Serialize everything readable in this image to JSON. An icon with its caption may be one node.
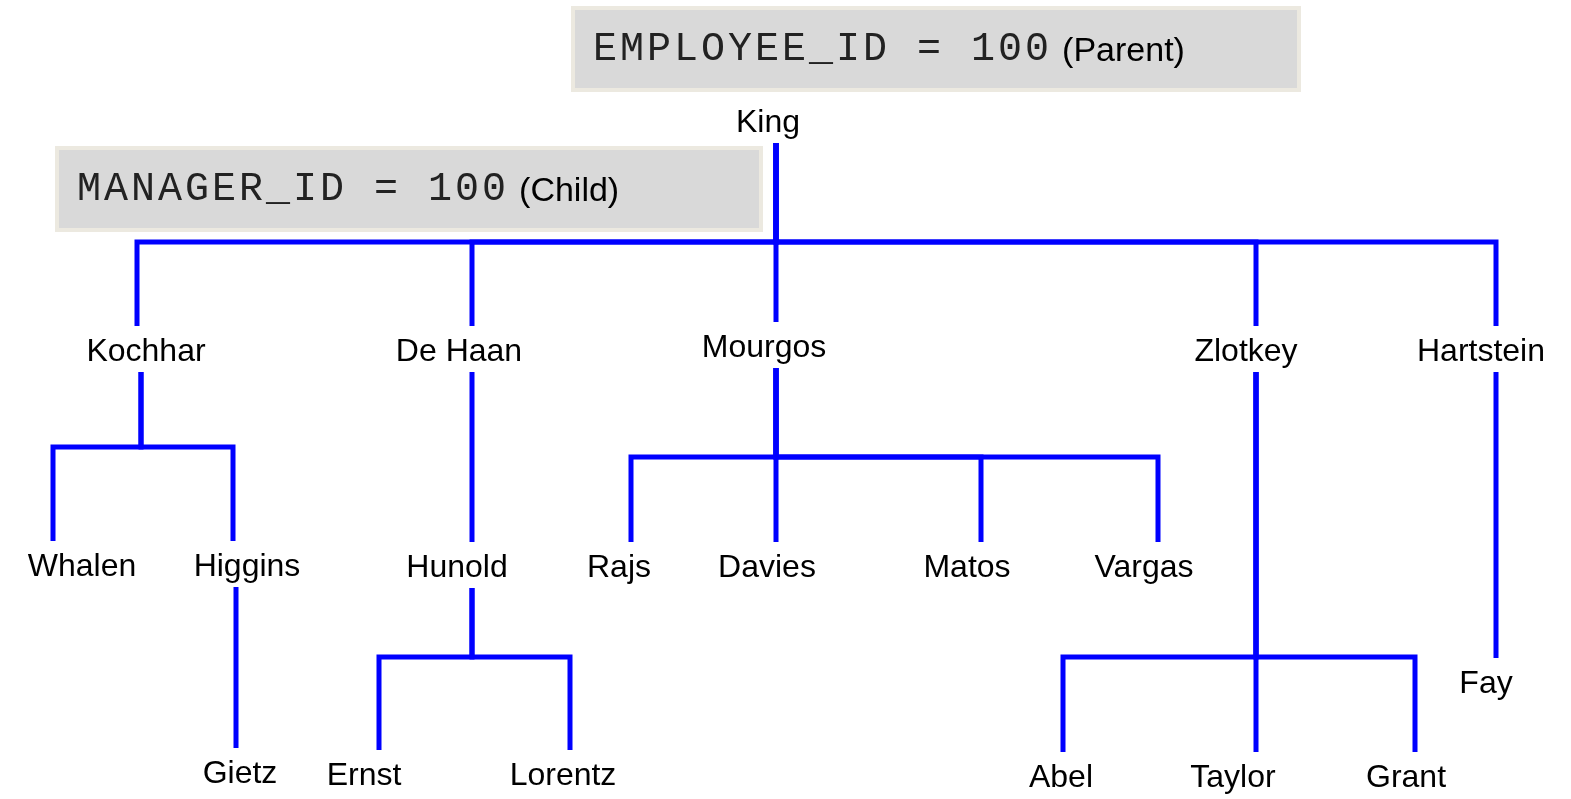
{
  "diagram": {
    "nodes": [
      {
        "text": [
          "EMPLOYEE_ID = 100",
          "(Parent)"
        ]
      },
      {
        "text": [
          "MANAGER_ID = 100",
          "(Child)"
        ]
      },
      {
        "text": [
          "King"
        ]
      },
      {
        "text": [
          "Kochhar"
        ]
      },
      {
        "text": [
          "De Haan"
        ]
      },
      {
        "text": [
          "Mourgos"
        ]
      },
      {
        "text": [
          "Zlotkey"
        ]
      },
      {
        "text": [
          "Hartstein"
        ]
      },
      {
        "text": [
          "Whalen"
        ]
      },
      {
        "text": [
          "Higgins"
        ]
      },
      {
        "text": [
          "Hunold"
        ]
      },
      {
        "text": [
          "Rajs"
        ]
      },
      {
        "text": [
          "Davies"
        ]
      },
      {
        "text": [
          "Matos"
        ]
      },
      {
        "text": [
          "Vargas"
        ]
      },
      {
        "text": [
          "Fay"
        ]
      },
      {
        "text": [
          "Gietz"
        ]
      },
      {
        "text": [
          "Ernst"
        ]
      },
      {
        "text": [
          "Lorentz"
        ]
      },
      {
        "text": [
          "Abel"
        ]
      },
      {
        "text": [
          "Taylor"
        ]
      },
      {
        "text": [
          "Grant"
        ]
      }
    ],
    "edges": [
      {
        "from": 2,
        "to": 3,
        "arrow": "none"
      },
      {
        "from": 2,
        "to": 4,
        "arrow": "none"
      },
      {
        "from": 2,
        "to": 5,
        "arrow": "none"
      },
      {
        "from": 2,
        "to": 6,
        "arrow": "none"
      },
      {
        "from": 2,
        "to": 7,
        "arrow": "none"
      },
      {
        "from": 3,
        "to": 8,
        "arrow": "none"
      },
      {
        "from": 3,
        "to": 9,
        "arrow": "none"
      },
      {
        "from": 4,
        "to": 10,
        "arrow": "none"
      },
      {
        "from": 5,
        "to": 11,
        "arrow": "none"
      },
      {
        "from": 5,
        "to": 12,
        "arrow": "none"
      },
      {
        "from": 5,
        "to": 13,
        "arrow": "none"
      },
      {
        "from": 5,
        "to": 14,
        "arrow": "none"
      },
      {
        "from": 6,
        "to": 19,
        "arrow": "none"
      },
      {
        "from": 6,
        "to": 20,
        "arrow": "none"
      },
      {
        "from": 6,
        "to": 21,
        "arrow": "none"
      },
      {
        "from": 7,
        "to": 15,
        "arrow": "none"
      },
      {
        "from": 9,
        "to": 16,
        "arrow": "none"
      },
      {
        "from": 10,
        "to": 17,
        "arrow": "none"
      },
      {
        "from": 10,
        "to": 18,
        "arrow": "none"
      }
    ]
  }
}
